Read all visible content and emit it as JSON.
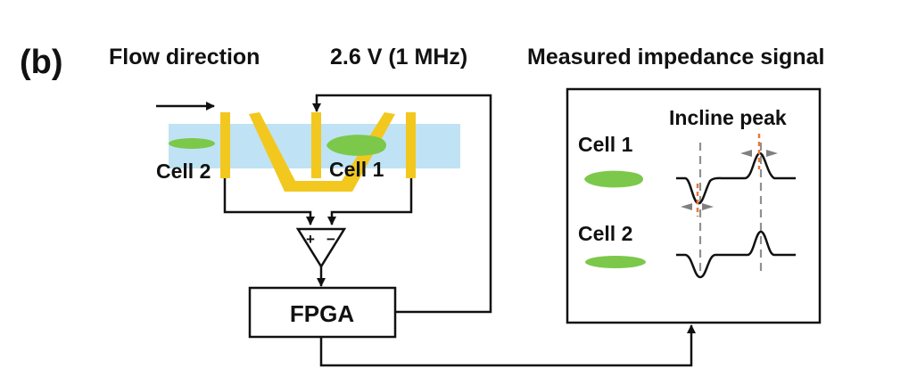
{
  "panel": {
    "label": "(b)",
    "headers": {
      "flow_direction": "Flow direction",
      "voltage": "2.6 V (1 MHz)",
      "measured": "Measured impedance signal"
    },
    "chip": {
      "cell_left_label": "Cell 2",
      "cell_right_label": "Cell 1"
    },
    "amplifier": {
      "plus_sign": "+",
      "minus_sign": "−"
    },
    "fpga_label": "FPGA",
    "signal_box": {
      "title": "Incline peak",
      "row1_label": "Cell 1",
      "row2_label": "Cell 2"
    },
    "colors": {
      "electrode": "#f2c81f",
      "channel": "#bfe3f4",
      "cell": "#7cc84a",
      "marker": "#e9793a",
      "guide": "#909090"
    }
  }
}
